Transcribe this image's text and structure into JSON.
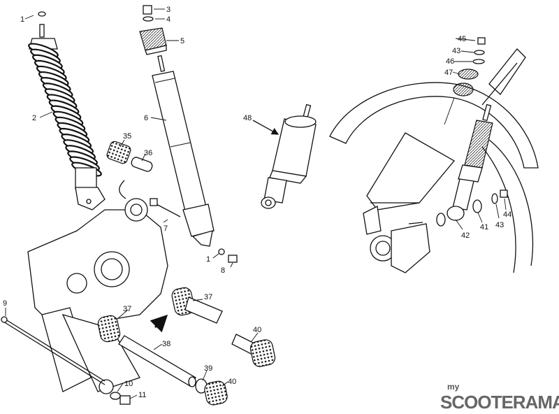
{
  "labels": {
    "l1a": "1",
    "l2": "2",
    "l3": "3",
    "l4": "4",
    "l5": "5",
    "l6": "6",
    "l7": "7",
    "l1b": "1",
    "l8": "8",
    "l35": "35",
    "l36": "36",
    "l48": "48",
    "l9": "9",
    "l37a": "37",
    "l37b": "37",
    "l38": "38",
    "l39": "39",
    "l40a": "40",
    "l40b": "40",
    "l10": "10",
    "l11": "11",
    "l45": "45",
    "l43a": "43",
    "l46": "46",
    "l47": "47",
    "l41": "41",
    "l42": "42",
    "l43b": "43",
    "l44": "44"
  },
  "watermark": {
    "small": "my",
    "big": "SCOOTERAMA"
  },
  "colors": {
    "ink": "#111111",
    "paper": "#ffffff",
    "watermark": "#666666"
  }
}
